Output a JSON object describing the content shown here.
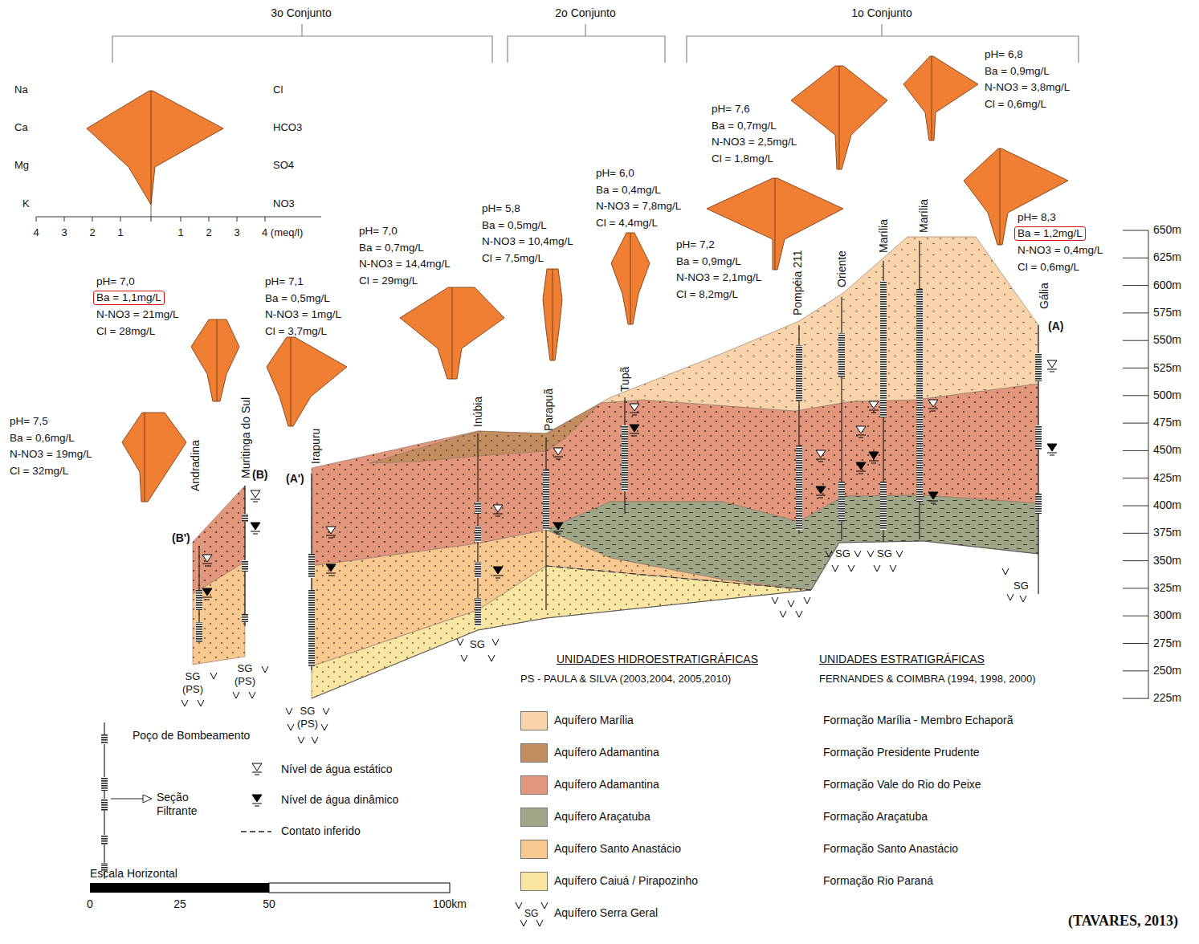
{
  "diagram": {
    "caption": "(TAVARES, 2013)",
    "nodes": [
      {
        "text": [
          "Ba = 1,1mg/L"
        ]
      },
      {
        "text": [
          "Ba = 1,2mg/L"
        ]
      }
    ],
    "labels": [
      "3o Conjunto",
      "2o Conjunto",
      "1o Conjunto",
      "Na",
      "Ca",
      "Mg",
      "K",
      "Cl",
      "HCO3",
      "SO4",
      "NO3",
      "4",
      "3",
      "2",
      "1",
      "1",
      "2",
      "3",
      "4 (meq/l)",
      "pH= 7,5",
      "Ba = 0,6mg/L",
      "N-NO3 = 19mg/L",
      "Cl = 32mg/L",
      "pH= 7,0",
      "N-NO3 = 21mg/L",
      "Cl = 28mg/L",
      "pH= 7,1",
      "Ba = 0,5mg/L",
      "N-NO3 = 1mg/L",
      "Cl = 3,7mg/L",
      "pH= 7,0",
      "Ba = 0,7mg/L",
      "N-NO3 = 14,4mg/L",
      "Cl = 29mg/L",
      "pH= 5,8",
      "Ba = 0,5mg/L",
      "N-NO3 = 10,4mg/L",
      "Cl = 7,5mg/L",
      "pH= 6,0",
      "Ba = 0,4mg/L",
      "N-NO3 = 7,8mg/L",
      "Cl = 4,4mg/L",
      "pH= 7,2",
      "Ba = 0,9mg/L",
      "N-NO3 = 2,1mg/L",
      "Cl = 8,2mg/L",
      "pH= 7,6",
      "Ba = 0,7mg/L",
      "N-NO3 = 2,5mg/L",
      "Cl = 1,8mg/L",
      "pH= 6,8",
      "Ba = 0,9mg/L",
      "N-NO3 = 3,8mg/L",
      "Cl = 0,6mg/L",
      "pH= 8,3",
      "N-NO3 = 0,4mg/L",
      "Cl = 0,6mg/L",
      "Andradina",
      "Muritinga do Sul",
      "Irapuru",
      "Inúbia",
      "Parapuã",
      "Tupã",
      "Pompéia 211",
      "Oriente",
      "Marília",
      "Marília",
      "Gália",
      "(A)",
      "(A')",
      "(B)",
      "(B')",
      "SG",
      "SG",
      "SG",
      "SG",
      "SG (PS)",
      "SG (PS)",
      "SG (PS)",
      "650m",
      "625m",
      "600m",
      "575m",
      "550m",
      "525m",
      "500m",
      "475m",
      "450m",
      "425m",
      "400m",
      "375m",
      "350m",
      "325m",
      "300m",
      "275m",
      "250m",
      "225m",
      "UNIDADES HIDROESTRATIGRÁFICAS",
      "PS - PAULA & SILVA (2003,2004, 2005,2010)",
      "UNIDADES ESTRATIGRÁFICAS",
      "FERNANDES & COIMBRA (1994, 1998, 2000)",
      "Formação Marília - Membro Echaporã",
      "Formação Presidente Prudente",
      "Formação Vale do Rio do Peixe",
      "Formação Araçatuba",
      "Formação Santo Anastácio",
      "Formação Rio Paraná",
      "SG",
      "Poço de Bombeamento",
      "Seção Filtrante",
      "Escala Horizontal",
      "0",
      "25",
      "50",
      "100km"
    ],
    "legend": [
      {
        "text": "Aquífero Marília",
        "color": "#f9d3aa"
      },
      {
        "text": "Aquífero Adamantina",
        "color": "#c28d5f"
      },
      {
        "text": "Aquífero Adamantina",
        "color": "#e2977d"
      },
      {
        "text": "Aquífero Araçatuba",
        "color": "#9fa688"
      },
      {
        "text": "Aquífero Santo Anastácio",
        "color": "#f8c891"
      },
      {
        "text": "Aquífero Caiuá / Pirapozinho",
        "color": "#f8e6a2"
      },
      {
        "text": "Aquífero Serra Geral"
      },
      {
        "text": "Nível de água estático"
      },
      {
        "text": "Nível de água dinâmico"
      },
      {
        "text": "Contato inferido"
      }
    ]
  }
}
